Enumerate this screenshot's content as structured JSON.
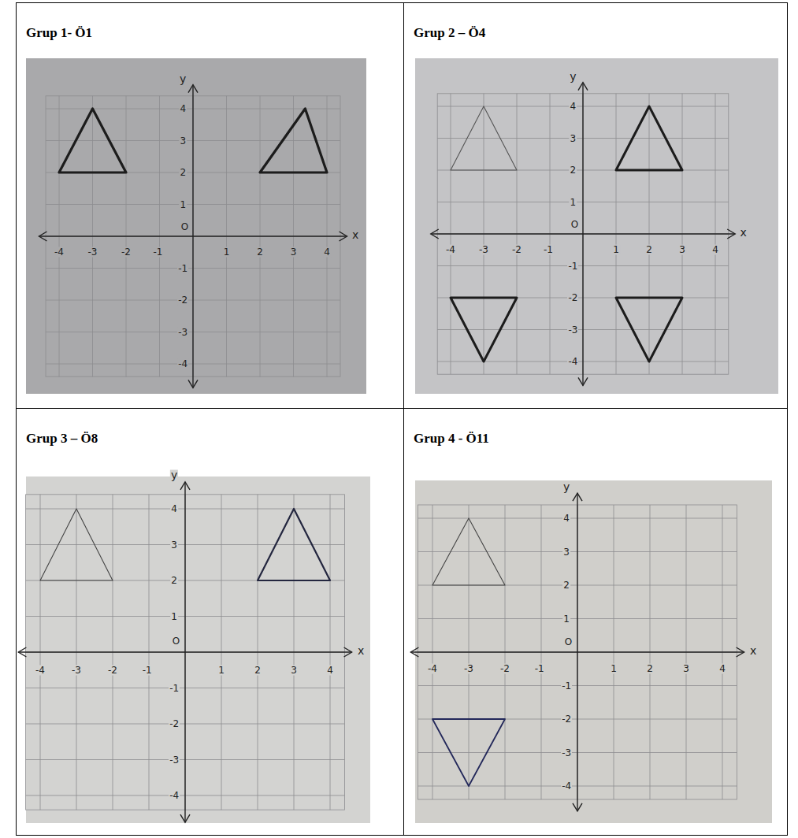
{
  "diagram": {
    "nodes": [
      {
        "text": [
          "Grup 1- Ö1"
        ]
      },
      {
        "text": [
          "Grup 2 – Ö4"
        ]
      },
      {
        "text": [
          "Grup 3 – Ö8"
        ]
      },
      {
        "text": [
          "Grup 4 - Ö11"
        ]
      }
    ],
    "labels": [
      "y",
      "x",
      "O",
      "4",
      "3",
      "2",
      "1",
      "-1",
      "-2",
      "-3",
      "-4",
      "-4",
      "-3",
      "-2",
      "-1",
      "1",
      "2",
      "3",
      "4",
      "y",
      "x",
      "O",
      "4",
      "3",
      "2",
      "1",
      "-1",
      "-2",
      "-3",
      "-4",
      "-4",
      "-3",
      "-2",
      "-1",
      "1",
      "2",
      "3",
      "4",
      "y",
      "x",
      "O",
      "4",
      "3",
      "2",
      "1",
      "-1",
      "-2",
      "-3",
      "-4",
      "-4",
      "-3",
      "-2",
      "-1",
      "1",
      "2",
      "3",
      "4",
      "y",
      "x",
      "O",
      "4",
      "3",
      "2",
      "1",
      "-1",
      "-2",
      "-3",
      "-4",
      "-4",
      "-3",
      "-2",
      "-1",
      "1",
      "2",
      "3",
      "4"
    ]
  }
}
